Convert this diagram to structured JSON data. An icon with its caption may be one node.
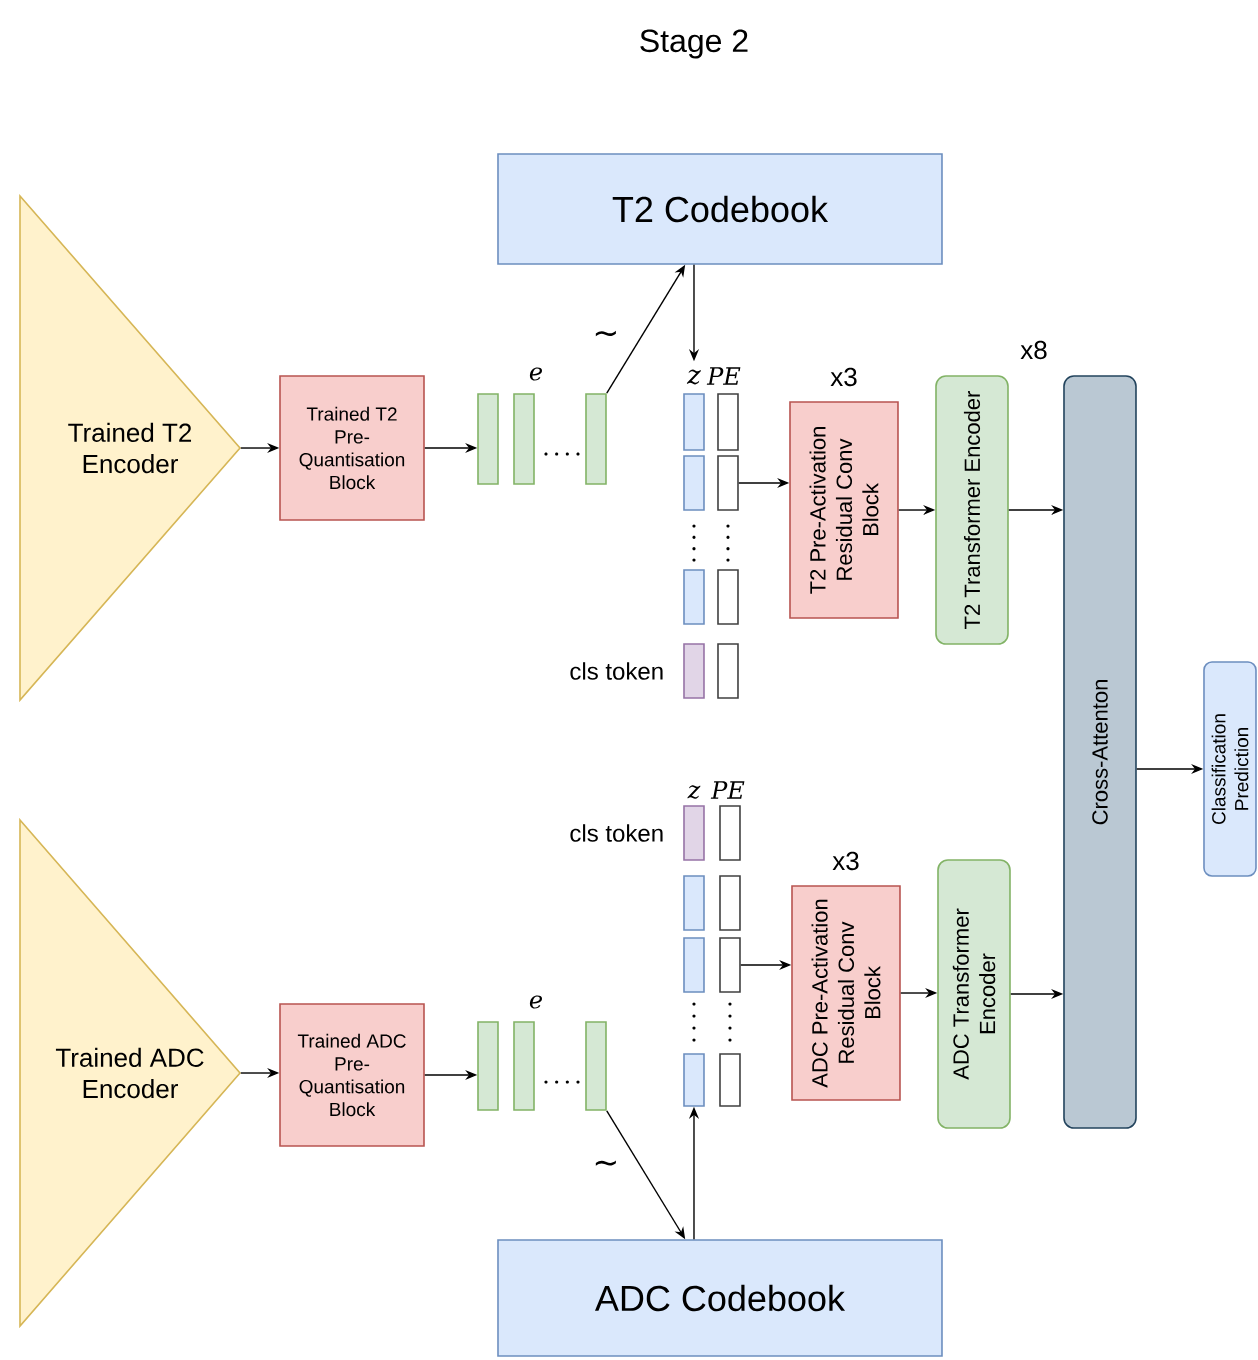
{
  "diagram": {
    "title": "Stage 2",
    "nodes": [
      {
        "text": [
          "Trained T2 Encoder"
        ]
      },
      {
        "text": [
          "T2 Codebook"
        ]
      },
      {
        "text": [
          "Trained T2 Pre-Quantisation Block"
        ]
      },
      {
        "text": [],
        "shape": "bar"
      },
      {
        "text": [],
        "shape": "bar"
      },
      {
        "text": [],
        "shape": "bar"
      },
      {
        "text": [
          "z"
        ]
      },
      {
        "text": [],
        "shape": "bar"
      },
      {
        "text": [],
        "shape": "bar"
      },
      {
        "text": [],
        "shape": "bar"
      },
      {
        "text": [],
        "shape": "bar",
        "beside": [
          "cls token"
        ]
      },
      {
        "text": [],
        "shape": "bar"
      },
      {
        "text": [],
        "shape": "bar"
      },
      {
        "text": [],
        "shape": "bar"
      },
      {
        "text": [],
        "shape": "bar"
      },
      {
        "text": [
          "T2 Pre-Activation Residual Conv Block"
        ],
        "beside": [
          "x3"
        ]
      },
      {
        "text": [
          "T2 Transformer Encoder"
        ]
      },
      {
        "text": [
          "Cross-Attenton"
        ]
      },
      {
        "text": [
          "Classification Prediction"
        ]
      },
      {
        "text": [
          "Trained ADC Encoder"
        ]
      },
      {
        "text": [
          "Trained ADC Pre-Quantisation Block"
        ]
      },
      {
        "text": [],
        "shape": "bar"
      },
      {
        "text": [],
        "shape": "bar"
      },
      {
        "text": [],
        "shape": "bar"
      },
      {
        "text": [],
        "shape": "bar",
        "beside": [
          "cls token"
        ]
      },
      {
        "text": [],
        "shape": "bar"
      },
      {
        "text": [],
        "shape": "bar"
      },
      {
        "text": [],
        "shape": "bar"
      },
      {
        "text": [],
        "shape": "bar"
      },
      {
        "text": [],
        "shape": "bar"
      },
      {
        "text": [],
        "shape": "bar"
      },
      {
        "text": [],
        "shape": "bar"
      },
      {
        "text": [
          "ADC Pre-Activation Residual Conv Block"
        ],
        "beside": [
          "x3"
        ]
      },
      {
        "text": [
          "ADC Transformer Encoder"
        ]
      },
      {
        "text": [
          "ADC Codebook"
        ]
      }
    ],
    "edges": [
      {
        "from": 0,
        "to": 2,
        "arrow": "to"
      },
      {
        "from": 2,
        "to": 3,
        "arrow": "to"
      },
      {
        "from": 5,
        "to": 1,
        "arrow": "to",
        "label": "∼"
      },
      {
        "from": 1,
        "to": 6,
        "arrow": "to"
      },
      {
        "from": 12,
        "to": 15,
        "arrow": "to"
      },
      {
        "from": 15,
        "to": 16,
        "arrow": "to"
      },
      {
        "from": 16,
        "to": 17,
        "arrow": "to"
      },
      {
        "from": 17,
        "to": 18,
        "arrow": "to"
      },
      {
        "from": 19,
        "to": 20,
        "arrow": "to"
      },
      {
        "from": 20,
        "to": 21,
        "arrow": "to"
      },
      {
        "from": 23,
        "to": 34,
        "arrow": "to",
        "label": "∼"
      },
      {
        "from": 34,
        "to": 27,
        "arrow": "to"
      },
      {
        "from": 30,
        "to": 32,
        "arrow": "to"
      },
      {
        "from": 32,
        "to": 33,
        "arrow": "to"
      },
      {
        "from": 33,
        "to": 17,
        "arrow": "to"
      }
    ],
    "labels": [
      "x8",
      "e",
      "PE",
      "z",
      "PE",
      "e"
    ]
  }
}
